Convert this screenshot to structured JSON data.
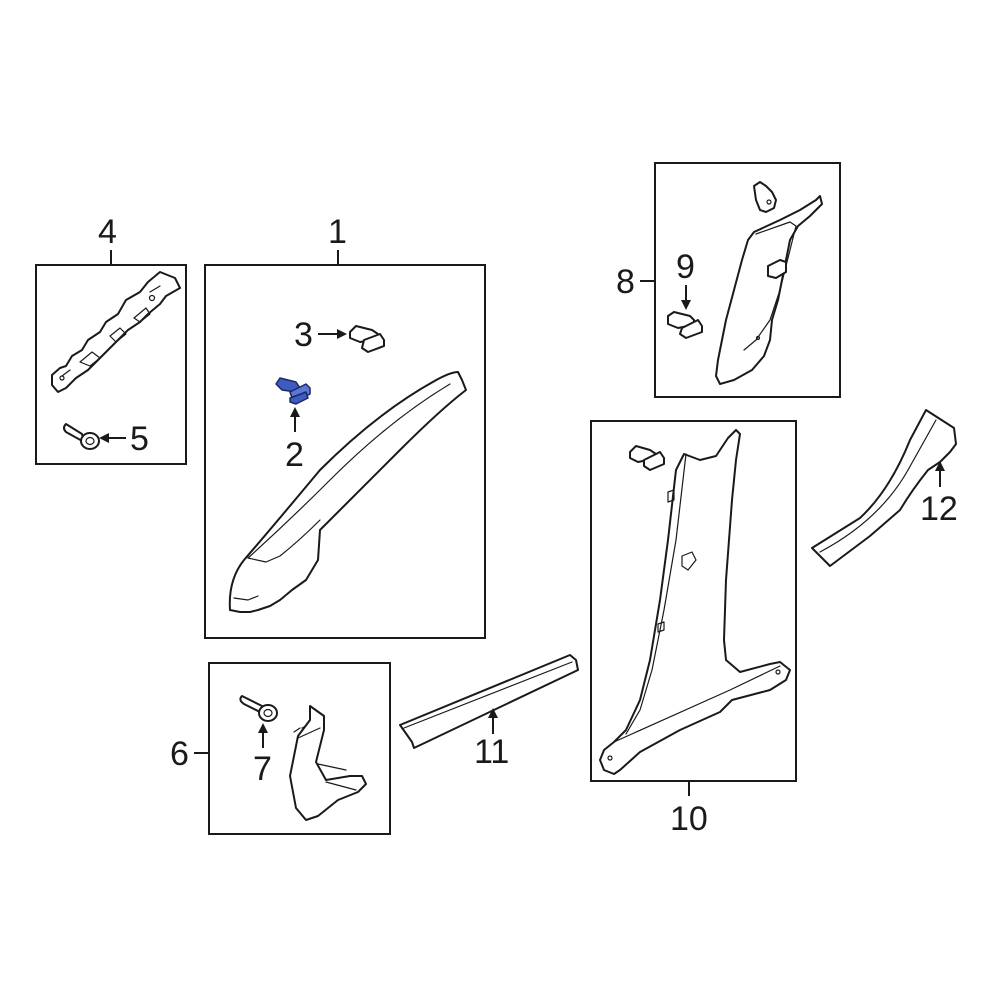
{
  "diagram": {
    "type": "exploded-parts-diagram",
    "highlight_color": "#3e5bbf",
    "line_color": "#1a1a1a",
    "background": "#ffffff",
    "highlighted_callout": "2"
  },
  "callouts": {
    "c1": "1",
    "c2": "2",
    "c3": "3",
    "c4": "4",
    "c5": "5",
    "c6": "6",
    "c7": "7",
    "c8": "8",
    "c9": "9",
    "c10": "10",
    "c11": "11",
    "c12": "12"
  },
  "groups": [
    {
      "callout": "1",
      "contains": [
        "2",
        "3"
      ],
      "description": "A-pillar trim panel group"
    },
    {
      "callout": "4",
      "contains": [
        "5"
      ],
      "description": "bracket with bolt"
    },
    {
      "callout": "6",
      "contains": [
        "7"
      ],
      "description": "lower trim with bolt"
    },
    {
      "callout": "8",
      "contains": [
        "9"
      ],
      "description": "upper B-pillar trim with clips"
    },
    {
      "callout": "10",
      "contains": [],
      "description": "lower B-pillar trim with clip"
    }
  ],
  "standalone_parts": [
    "11",
    "12"
  ]
}
